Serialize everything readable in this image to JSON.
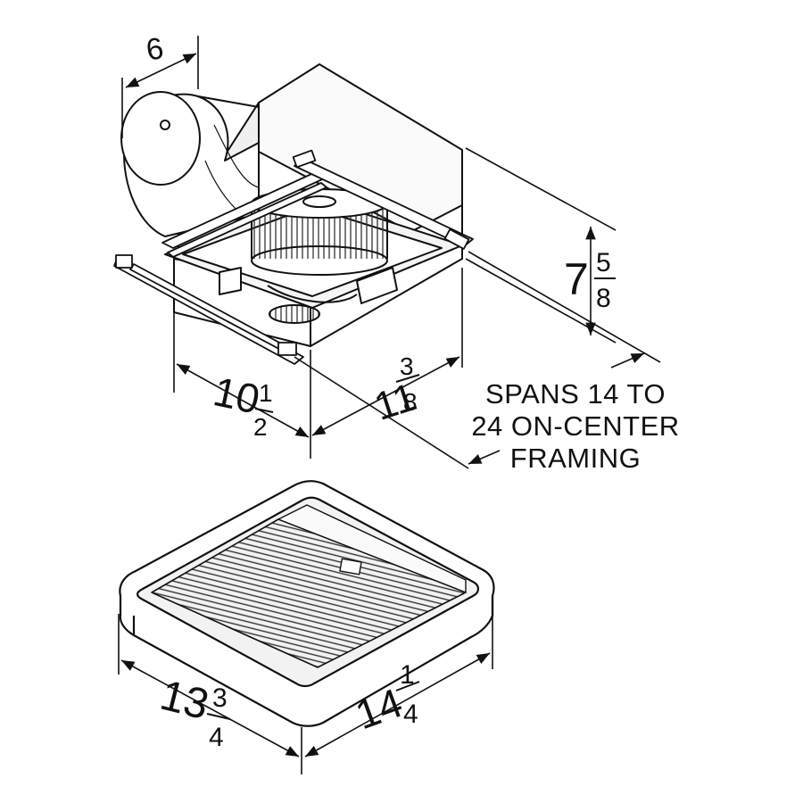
{
  "dimensions": {
    "duct_diameter": "6",
    "housing_height_whole": "7",
    "housing_height_num": "5",
    "housing_height_den": "8",
    "housing_width_whole": "10",
    "housing_width_num": "1",
    "housing_width_den": "2",
    "housing_depth_whole": "11",
    "housing_depth_num": "3",
    "housing_depth_den": "8",
    "grille_width_whole": "13",
    "grille_width_num": "3",
    "grille_width_den": "4",
    "grille_depth_whole": "14",
    "grille_depth_num": "1",
    "grille_depth_den": "4"
  },
  "note": {
    "line1": "SPANS 14 TO",
    "line2": "24 ON-CENTER",
    "line3": "FRAMING"
  },
  "colors": {
    "ink": "#111111",
    "paper": "#ffffff",
    "shade": "#e6e6e6"
  }
}
